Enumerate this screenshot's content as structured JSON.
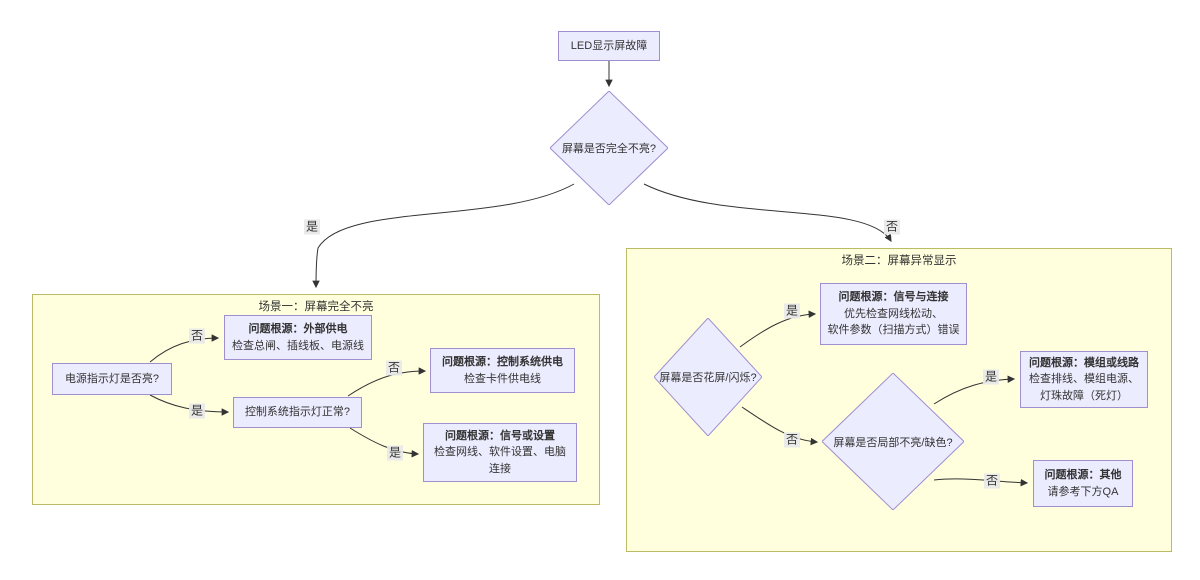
{
  "diagram": {
    "root_label": "LED显示屏故障",
    "main_decision": "屏幕是否完全不亮?",
    "labels": {
      "yes": "是",
      "no": "否"
    },
    "scene1": {
      "title": "场景一：屏幕完全不亮",
      "power_question": "电源指示灯是否亮?",
      "control_question": "控制系统指示灯正常?",
      "causes": [
        {
          "title": "问题根源：外部供电",
          "lines": [
            "检查总闸、插线板、电源线"
          ]
        },
        {
          "title": "问题根源：控制系统供电",
          "lines": [
            "检查卡件供电线"
          ]
        },
        {
          "title": "问题根源：信号或设置",
          "lines": [
            "检查网线、软件设置、电脑",
            "连接"
          ]
        }
      ]
    },
    "scene2": {
      "title": "场景二：屏幕异常显示",
      "flicker_question": "屏幕是否花屏/闪烁?",
      "partial_question": "屏幕是否局部不亮/缺色?",
      "causes": [
        {
          "title": "问题根源：信号与连接",
          "lines": [
            "优先检查网线松动、",
            "软件参数（扫描方式）错误"
          ]
        },
        {
          "title": "问题根源：模组或线路",
          "lines": [
            "检查排线、模组电源、",
            "灯珠故障（死灯）"
          ]
        },
        {
          "title": "问题根源：其他",
          "lines": [
            "请参考下方QA"
          ]
        }
      ]
    },
    "colors": {
      "node_fill": "#ECECFF",
      "node_border": "#9F8FD0",
      "cluster_fill": "#FFFFDE",
      "cluster_border": "#BBBB66",
      "edge_stroke": "#333333",
      "edge_label_bg": "#E8E8E8"
    }
  }
}
